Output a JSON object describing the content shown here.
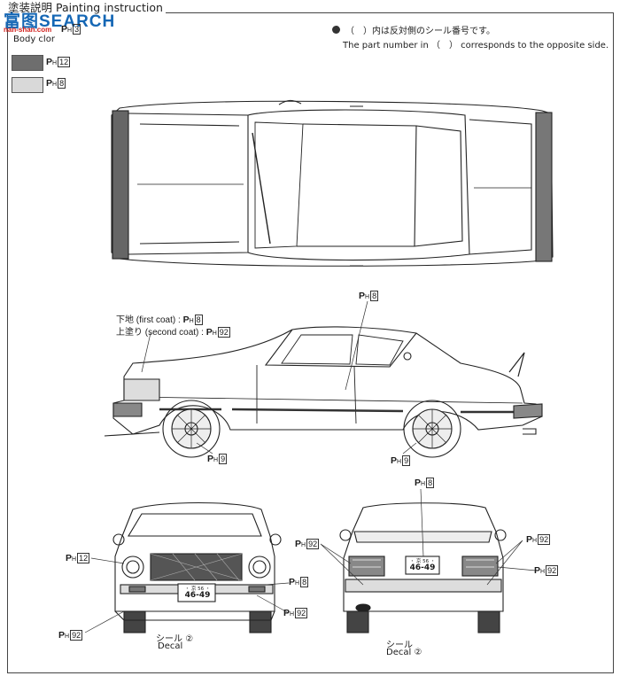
{
  "header": {
    "title": "塗装説明 Painting instruction",
    "watermark_logo": "富图SEARCH",
    "watermark_url": "nan-shan.com"
  },
  "legend": [
    {
      "code": "3",
      "label": "Body clor",
      "color": "#ffffff"
    },
    {
      "code": "12",
      "label": "",
      "color": "#6e6e6e"
    },
    {
      "code": "8",
      "label": "",
      "color": "#d9d9d9"
    }
  ],
  "notes": {
    "ja": "（　）内は反対側のシール番号です。",
    "en": "The part number in （　） corresponds to the opposite side."
  },
  "callouts": {
    "side_top": "8",
    "first_coat_label": "下地 (first coat) :",
    "first_coat_code": "8",
    "second_coat_label": "上塗り (second coat) :",
    "second_coat_code": "92",
    "front_wheel": "9",
    "rear_wheel": "9",
    "front_grille": "12",
    "front_bumper": "8",
    "front_side": "92",
    "front_bottom": "92",
    "rear_top": "8",
    "rear_left": "92",
    "rear_right_top": "92",
    "rear_right_bottom": "92"
  },
  "plates": {
    "front_top": "・ 京 56 ・",
    "front_number": "46-49",
    "rear_top": "・ 京 56 ・",
    "rear_number": "46-49"
  },
  "decals": {
    "front_ja": "シール",
    "front_en": "Decal",
    "front_num": "②",
    "rear_ja": "シール",
    "rear_en": "Decal",
    "rear_num": "②"
  }
}
